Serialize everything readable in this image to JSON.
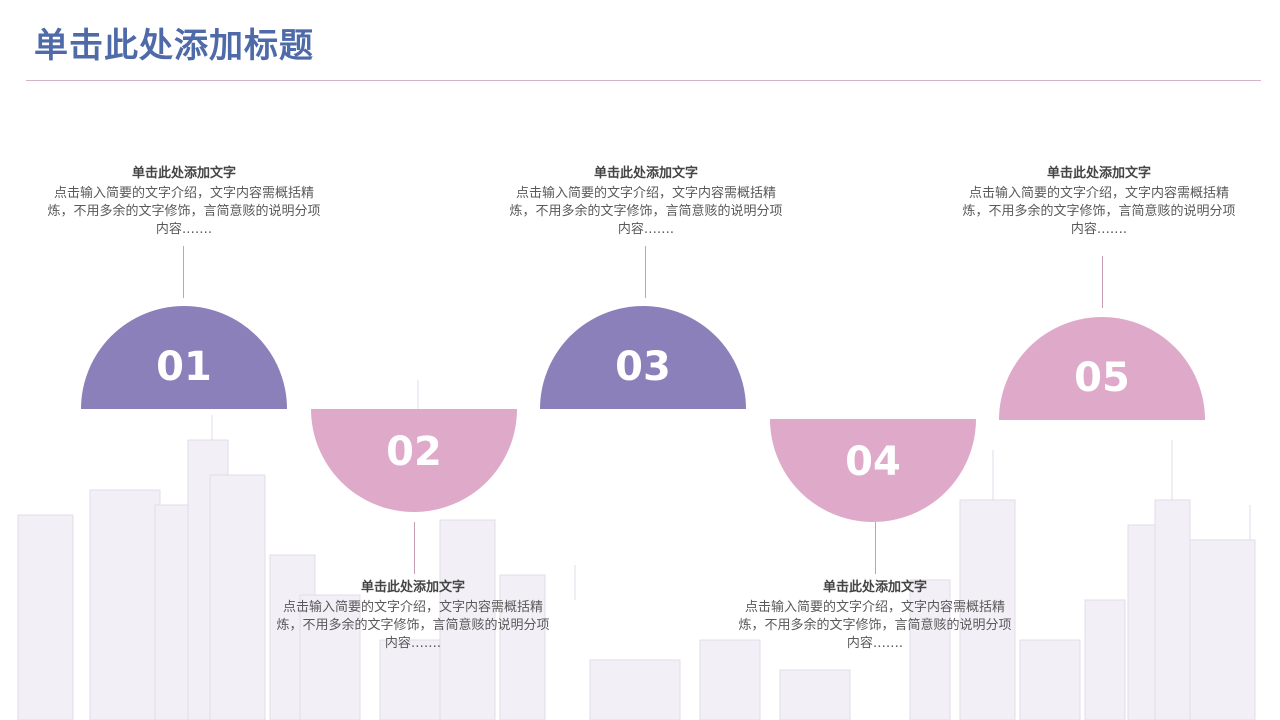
{
  "title": "单击此处添加标题",
  "steps": [
    {
      "num": "01",
      "heading": "单击此处添加文字",
      "text": "点击输入简要的文字介绍，文字内容需概括精炼，不用多余的文字修饰，言简意赅的说明分项内容……."
    },
    {
      "num": "02",
      "heading": "单击此处添加文字",
      "text": "点击输入简要的文字介绍，文字内容需概括精炼，不用多余的文字修饰，言简意赅的说明分项内容……."
    },
    {
      "num": "03",
      "heading": "单击此处添加文字",
      "text": "点击输入简要的文字介绍，文字内容需概括精炼，不用多余的文字修饰，言简意赅的说明分项内容……."
    },
    {
      "num": "04",
      "heading": "单击此处添加文字",
      "text": "点击输入简要的文字介绍，文字内容需概括精炼，不用多余的文字修饰，言简意赅的说明分项内容……."
    },
    {
      "num": "05",
      "heading": "单击此处添加文字",
      "text": "点击输入简要的文字介绍，文字内容需概括精炼，不用多余的文字修饰，言简意赅的说明分项内容……."
    }
  ],
  "colors": {
    "title": "#4e6aa8",
    "purple": "#8b80b9",
    "pink": "#dfa9c9",
    "rule": "#d4b3c8"
  }
}
